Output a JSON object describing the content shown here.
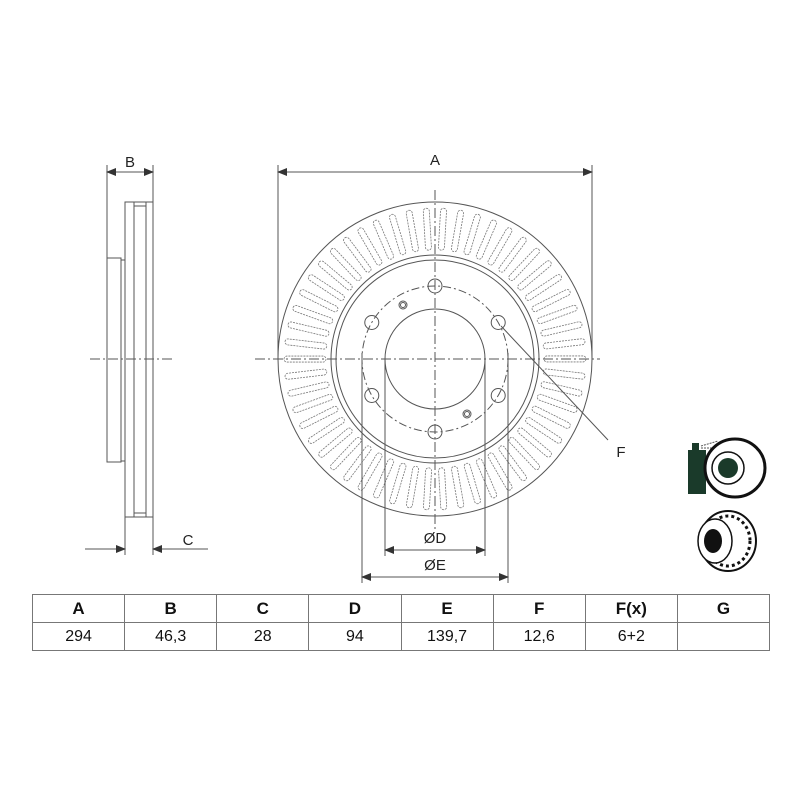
{
  "drawing": {
    "labels": {
      "A": "A",
      "B": "B",
      "C": "C",
      "D": "ØD",
      "E": "ØE",
      "F": "F"
    }
  },
  "icons": [
    "spray-cleaning-icon",
    "vented-disc-icon"
  ],
  "table": {
    "headers": [
      "A",
      "B",
      "C",
      "D",
      "E",
      "F",
      "F(x)",
      "G"
    ],
    "values": [
      "294",
      "46,3",
      "28",
      "94",
      "139,7",
      "12,6",
      "6+2",
      ""
    ]
  }
}
